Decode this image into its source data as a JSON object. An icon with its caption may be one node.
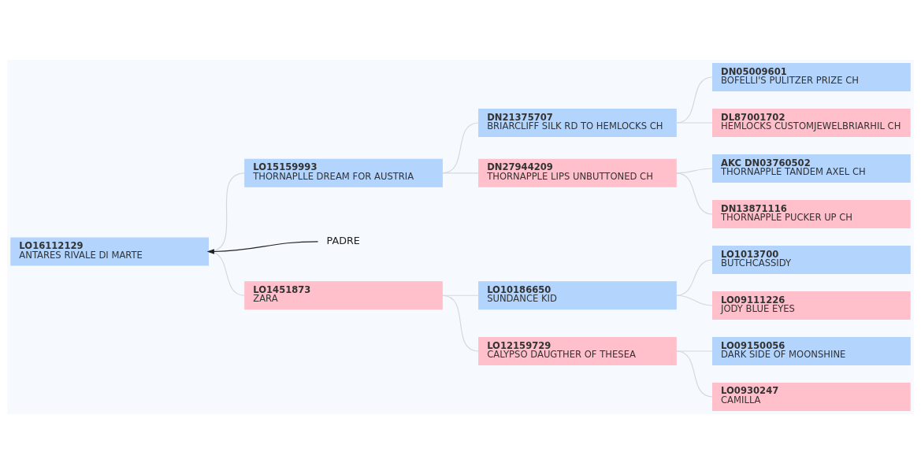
{
  "diagram": {
    "nodes": [
      {
        "text": [
          "LO16112129",
          "ANTARES RIVALE DI MARTE"
        ]
      },
      {
        "text": [
          "PADRE"
        ]
      },
      {
        "text": [
          "LO15159993",
          "THORNAPLLE DREAM FOR AUSTRIA"
        ]
      },
      {
        "text": [
          "DN21375707",
          "BRIARCLIFF SILK RD TO HEMLOCKS CH"
        ]
      },
      {
        "text": [
          "DN05009601",
          "BOFELLI'S PULITZER PRIZE CH"
        ]
      },
      {
        "text": [
          "DL87001702",
          "HEMLOCKS CUSTOMJEWELBRIARHIL CH"
        ]
      },
      {
        "text": [
          "DN27944209",
          "THORNAPPLE LIPS UNBUTTONED CH"
        ]
      },
      {
        "text": [
          "AKC DN03760502",
          "THORNAPPLE TANDEM AXEL CH"
        ]
      },
      {
        "text": [
          "DN13871116",
          "THORNAPPLE PUCKER UP CH"
        ]
      },
      {
        "text": [
          "LO1451873",
          "ZARA"
        ]
      },
      {
        "text": [
          "LO10186650",
          "SUNDANCE KID"
        ]
      },
      {
        "text": [
          "LO1013700",
          "BUTCHCASSIDY"
        ]
      },
      {
        "text": [
          "LO09111226",
          "JODY BLUE EYES"
        ]
      },
      {
        "text": [
          "LO12159729",
          "CALYPSO DAUGTHER OF THESEA"
        ]
      },
      {
        "text": [
          "LO09150056",
          "DARK SIDE OF MOONSHINE"
        ]
      },
      {
        "text": [
          "LO0930247",
          "CAMILLA"
        ]
      }
    ],
    "edges": [
      {
        "from": 0,
        "to": 2,
        "arrow": "none"
      },
      {
        "from": 2,
        "to": 3,
        "arrow": "none"
      },
      {
        "from": 3,
        "to": 4,
        "arrow": "none"
      },
      {
        "from": 3,
        "to": 5,
        "arrow": "none"
      },
      {
        "from": 2,
        "to": 6,
        "arrow": "none"
      },
      {
        "from": 6,
        "to": 7,
        "arrow": "none"
      },
      {
        "from": 6,
        "to": 8,
        "arrow": "none"
      },
      {
        "from": 1,
        "to": 0,
        "arrow": "to",
        "color": "#222222"
      },
      {
        "from": 0,
        "to": 9,
        "arrow": "none"
      },
      {
        "from": 9,
        "to": 10,
        "arrow": "none"
      },
      {
        "from": 10,
        "to": 11,
        "arrow": "none"
      },
      {
        "from": 10,
        "to": 12,
        "arrow": "none"
      },
      {
        "from": 9,
        "to": 13,
        "arrow": "none"
      },
      {
        "from": 13,
        "to": 14,
        "arrow": "none"
      },
      {
        "from": 13,
        "to": 15,
        "arrow": "none"
      }
    ]
  }
}
